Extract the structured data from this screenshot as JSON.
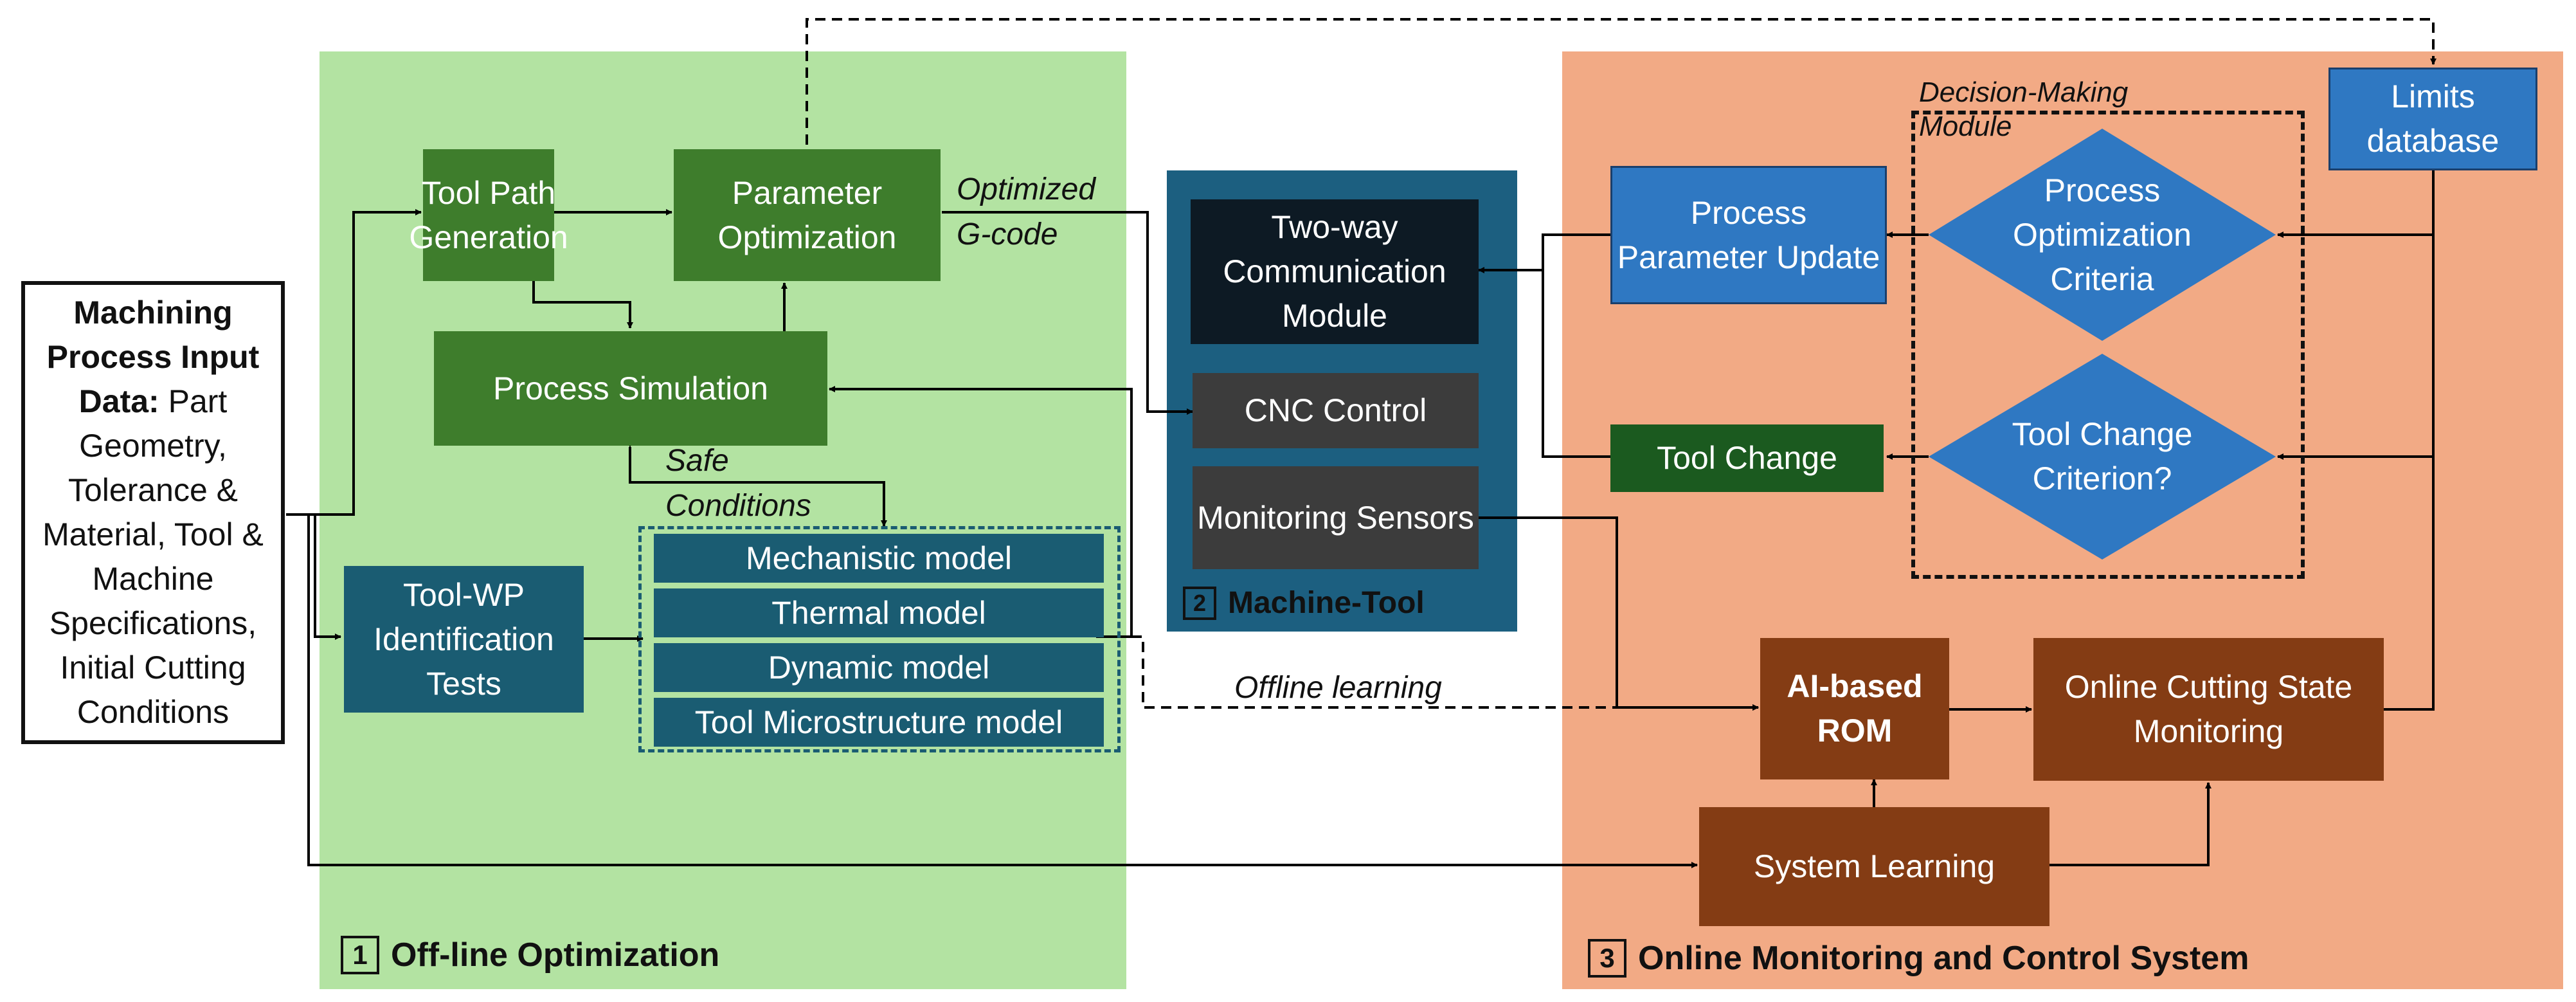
{
  "input_box": {
    "title": "Machining Process Input Data:",
    "text": "Part Geometry, Tolerance & Material, Tool & Machine Specifications, Initial Cutting Conditions"
  },
  "section1": {
    "number": "1",
    "title": "Off-line Optimization",
    "tool_path": "Tool Path Generation",
    "parameter_opt": "Parameter Optimization",
    "process_sim": "Process Simulation",
    "tool_wp": "Tool-WP Identification Tests",
    "models": [
      "Mechanistic model",
      "Thermal model",
      "Dynamic model",
      "Tool Microstructure model"
    ],
    "safe_conditions": "Safe Conditions",
    "optimized_gcode": "Optimized G-code"
  },
  "section2": {
    "number": "2",
    "title": "Machine-Tool",
    "two_way": "Two-way Communication Module",
    "cnc": "CNC Control",
    "sensors": "Monitoring Sensors"
  },
  "section3": {
    "number": "3",
    "title": "Online Monitoring and Control System",
    "decision_module": "Decision-Making Module",
    "limits_db": "Limits database",
    "process_param_update": "Process Parameter Update",
    "process_opt_criteria": "Process Optimization Criteria",
    "tool_change": "Tool Change",
    "tool_change_criterion": "Tool Change Criterion?",
    "ai_rom": "AI-based ROM",
    "online_state": "Online Cutting State Monitoring",
    "system_learning": "System Learning"
  },
  "offline_learning": "Offline learning",
  "colors": {
    "green_region": "#b3e3a2",
    "green_box": "#3e7d2c",
    "dark_green_box": "#1b5a1f",
    "teal_box": "#1a5c72",
    "machine_region": "#1c5f80",
    "black_box": "#0d1a24",
    "grey_box": "#3c3c3c",
    "orange_region": "#f2aa85",
    "blue_box": "#2f78c2",
    "brown_box": "#843c14"
  }
}
